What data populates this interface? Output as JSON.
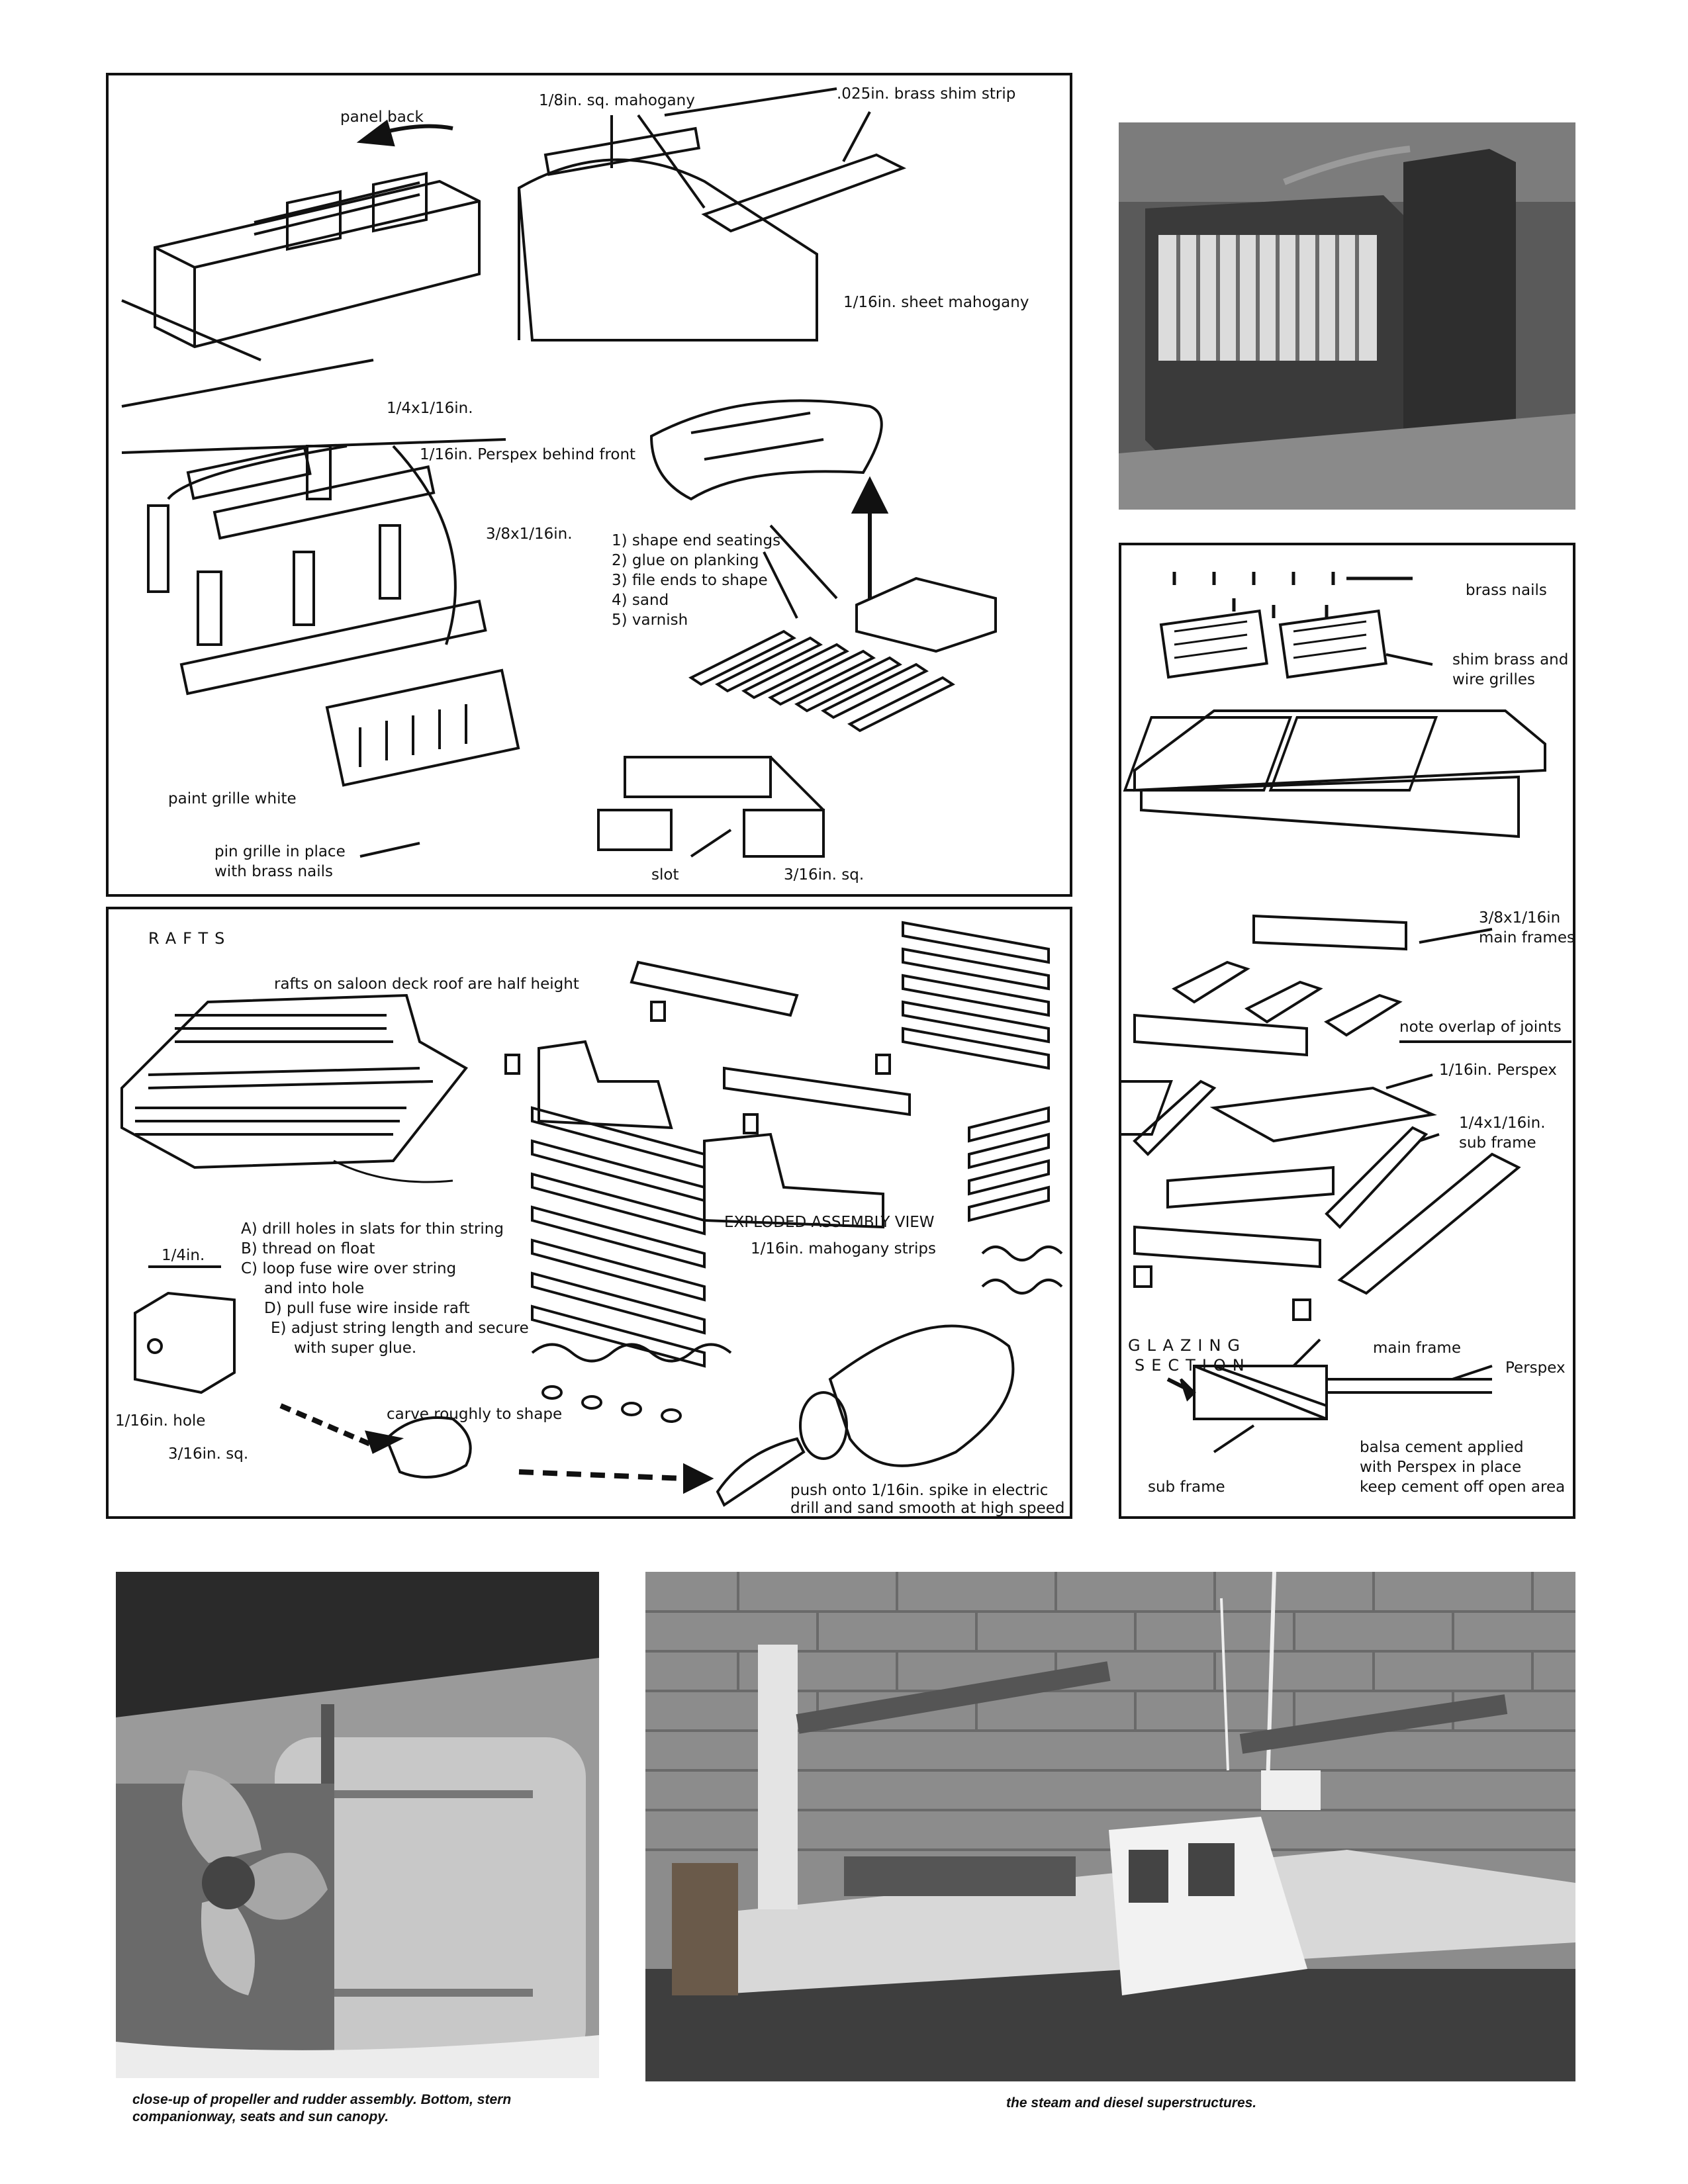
{
  "panel_a": {
    "labels": {
      "panel_back": "panel back",
      "mahogany_sq": "1/8in. sq. mahogany",
      "brass_shim": ".025in. brass shim strip",
      "sheet_mahogany": "1/16in. sheet mahogany",
      "frame_quarter": "1/4x1/16in.",
      "perspex_front": "1/16in. Perspex behind front",
      "frame_three_eighths": "3/8x1/16in.",
      "steps": [
        "1) shape end seatings",
        "2) glue on planking",
        "3) file ends to shape",
        "4) sand",
        "5) varnish"
      ],
      "paint_grille": "paint grille white",
      "pin_grille_1": "pin grille in place",
      "pin_grille_2": "with brass nails",
      "slot": "slot",
      "sixteenth_sq": "3/16in. sq."
    }
  },
  "panel_b": {
    "labels": {
      "brass_nails": "brass nails",
      "shim_1": "shim brass and",
      "shim_2": "wire grilles",
      "main_frames_1": "3/8x1/16in",
      "main_frames_2": "main frames",
      "overlap": "note overlap of joints",
      "perspex": "1/16in. Perspex",
      "sub_frame_1": "1/4x1/16in.",
      "sub_frame_2": "sub frame",
      "glazing_1": "GLAZING",
      "glazing_2": "SECTION",
      "main_frame": "main frame",
      "perspex_2": "Perspex",
      "sub_frame_3": "sub frame",
      "balsa_1": "balsa cement applied",
      "balsa_2": "with Perspex in place",
      "balsa_3": "keep cement off open area"
    }
  },
  "panel_c": {
    "labels": {
      "rafts": "RAFTS",
      "rafts_note": "rafts on saloon deck roof are half height",
      "steps": [
        "A) drill holes in slats for thin string",
        "B) thread on float",
        "C) loop fuse wire over string",
        "and into hole",
        "D) pull fuse wire inside raft",
        "E) adjust string length and secure",
        "with super glue."
      ],
      "quarter_in": "1/4in.",
      "hole": "1/16in. hole",
      "sq": "3/16in. sq.",
      "carve": "carve roughly to shape",
      "exploded": "EXPLODED ASSEMBLY VIEW",
      "strips": "1/16in. mahogany strips",
      "push_1": "push onto 1/16in. spike in electric",
      "push_2": "drill and sand smooth at high speed"
    }
  },
  "captions": {
    "left": "close-up of propeller and rudder assembly. Bottom, stern companionway, seats and sun canopy.",
    "right": "the steam and diesel superstructures."
  },
  "colors": {
    "ink": "#111111",
    "photo_dark": "#3a3a3a",
    "photo_mid": "#8a8a8a",
    "photo_light": "#d6d6d6"
  }
}
